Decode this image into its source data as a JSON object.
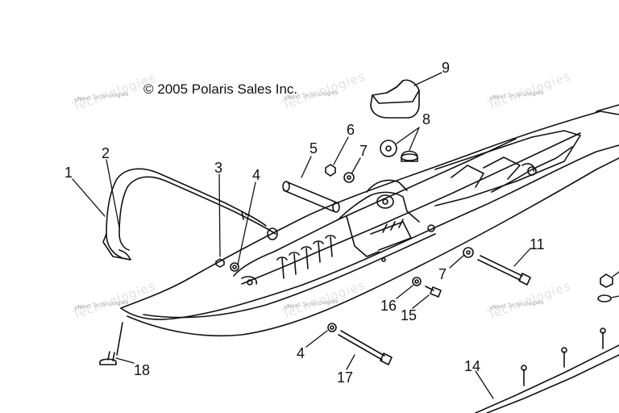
{
  "copyright": "© 2005 Polaris Sales Inc.",
  "watermark": {
    "small": "vNext Technologies",
    "large": "Technologies"
  },
  "callouts": [
    "1",
    "2",
    "3",
    "4",
    "5",
    "6",
    "7",
    "8",
    "9",
    "11",
    "7",
    "16",
    "15",
    "4",
    "17",
    "14",
    "18"
  ],
  "colors": {
    "line": "#111111",
    "watermark": "#9a9a9a"
  }
}
